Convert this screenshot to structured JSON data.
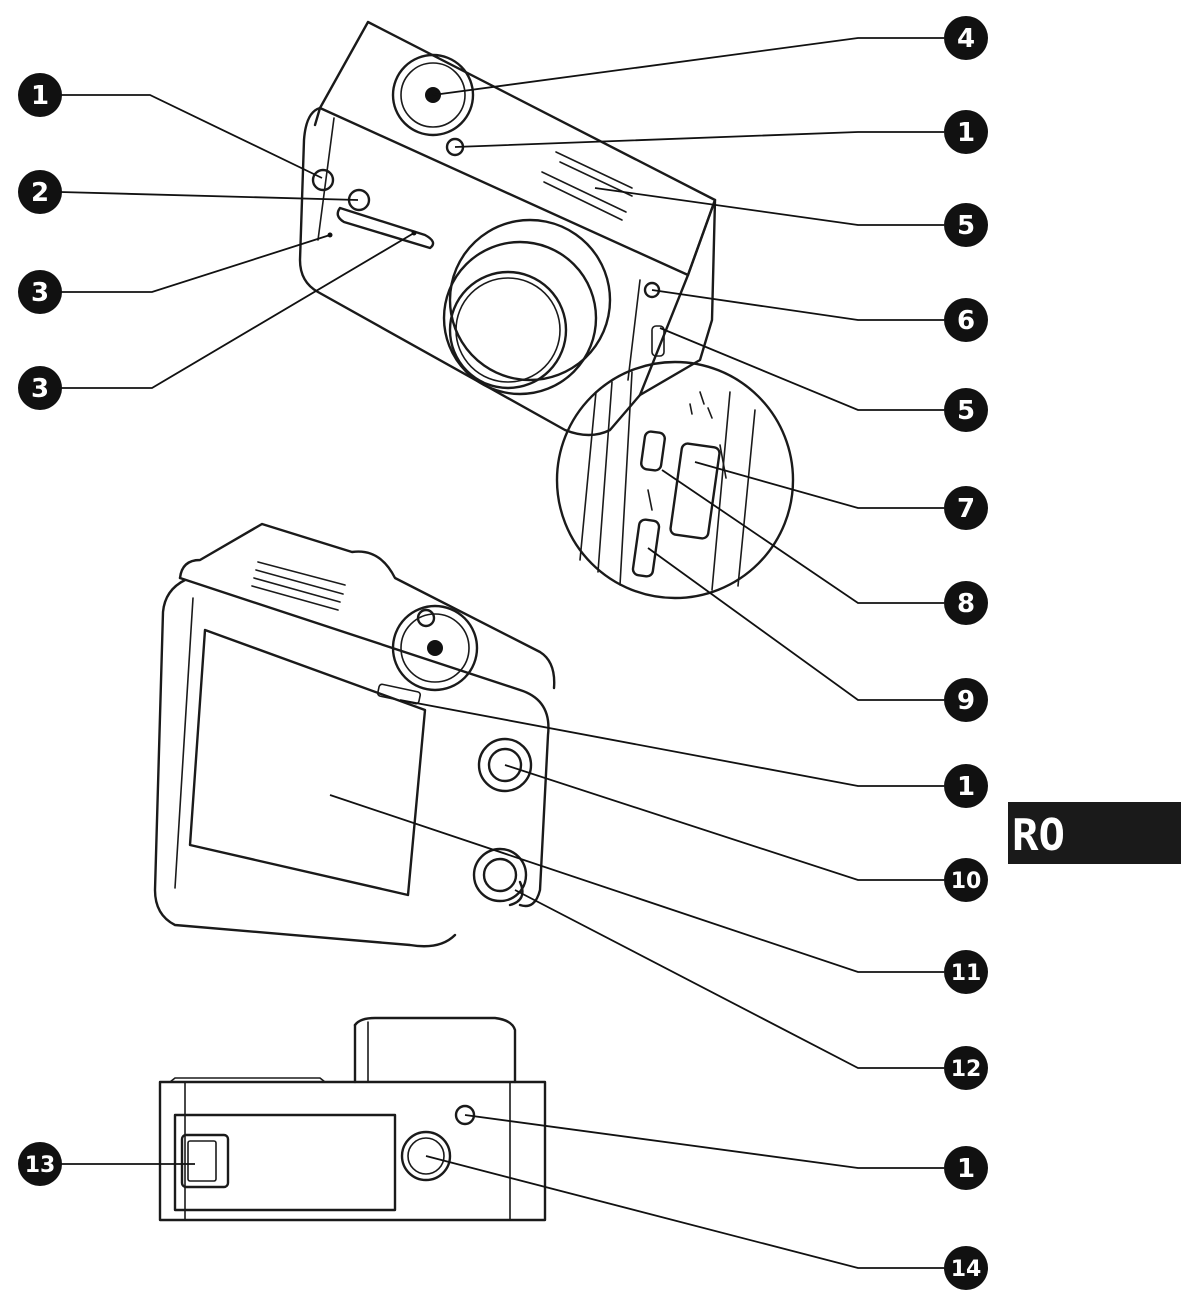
{
  "language_tab": {
    "label": "RO",
    "color": "#1a1a1a"
  },
  "callouts": [
    {
      "id": "c4-top",
      "label": "4"
    },
    {
      "id": "c1-left-top",
      "label": "1"
    },
    {
      "id": "c1-right-top",
      "label": "1"
    },
    {
      "id": "c2-left",
      "label": "2"
    },
    {
      "id": "c5-right-a",
      "label": "5"
    },
    {
      "id": "c3-left-a",
      "label": "3"
    },
    {
      "id": "c6-right",
      "label": "6"
    },
    {
      "id": "c3-left-b",
      "label": "3"
    },
    {
      "id": "c5-right-b",
      "label": "5"
    },
    {
      "id": "c7-right",
      "label": "7"
    },
    {
      "id": "c8-right",
      "label": "8"
    },
    {
      "id": "c9-right",
      "label": "9"
    },
    {
      "id": "c1-right-mid",
      "label": "1"
    },
    {
      "id": "c10-right",
      "label": "10"
    },
    {
      "id": "c11-right",
      "label": "11"
    },
    {
      "id": "c12-right",
      "label": "12"
    },
    {
      "id": "c13-left",
      "label": "13"
    },
    {
      "id": "c1-right-bottom",
      "label": "1"
    },
    {
      "id": "c14-right",
      "label": "14"
    }
  ],
  "colors": {
    "ink": "#111111",
    "paper": "#ffffff"
  }
}
